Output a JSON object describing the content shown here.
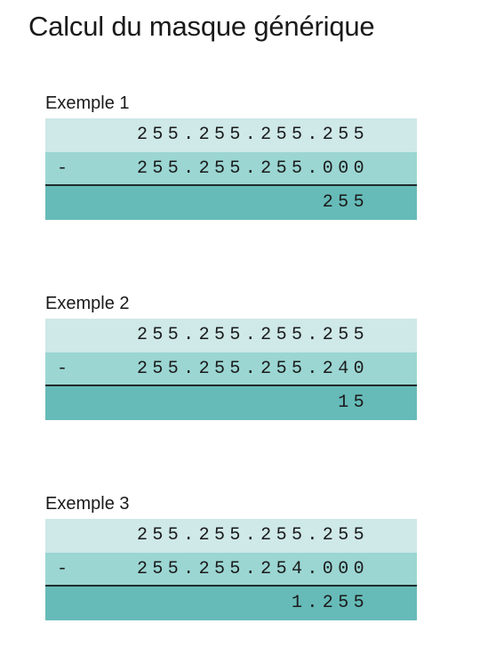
{
  "title": "Calcul du masque générique",
  "examples": [
    {
      "label": "Exemple 1",
      "operand1": "255.255.255.255",
      "operator": "-",
      "operand2": "255.255.255.000",
      "result": "255"
    },
    {
      "label": "Exemple 2",
      "operand1": "255.255.255.255",
      "operator": "-",
      "operand2": "255.255.255.240",
      "result": "15"
    },
    {
      "label": "Exemple 3",
      "operand1": "255.255.255.255",
      "operator": "-",
      "operand2": "255.255.254.000",
      "result": "1.255"
    }
  ],
  "colors": {
    "row_light": "#cfe8e8",
    "row_medium": "#9bd6d3",
    "row_dark": "#66bbb8"
  }
}
